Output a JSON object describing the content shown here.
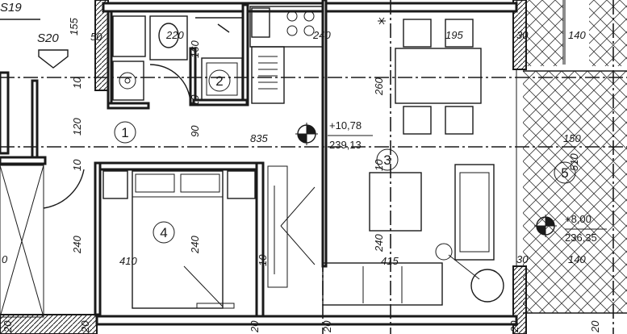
{
  "section_marks": {
    "s19": "S19",
    "s20": "S20"
  },
  "rooms": [
    {
      "id": "r1",
      "number": "1"
    },
    {
      "id": "r2",
      "number": "2"
    },
    {
      "id": "r3",
      "number": "3"
    },
    {
      "id": "r4",
      "number": "4"
    },
    {
      "id": "r5",
      "number": "5"
    }
  ],
  "elevations": [
    {
      "id": "e1",
      "level": "+10,78",
      "absolute": "239,13"
    },
    {
      "id": "e2",
      "level": "+8,00",
      "absolute": "236,35"
    }
  ],
  "dimensions": {
    "d155": "155",
    "d50": "50",
    "d220": "220",
    "d240_top": "240",
    "d195": "195",
    "d30_top": "30",
    "d140_top": "140",
    "d160": "160",
    "d10_a": "10",
    "d260": "260",
    "d120": "120",
    "d90": "90",
    "d10_b": "10",
    "d835": "835",
    "d150": "150",
    "d510": "510",
    "d10_c": "10",
    "d10_d": "10",
    "d240_left": "240",
    "d240_bed": "240",
    "d410": "410",
    "d10_e": "10",
    "d415": "415",
    "d240_mid": "240",
    "d30_bot": "30",
    "d140_bot": "140",
    "d0": "0",
    "d20_a": "20",
    "d20_b": "20",
    "d20_c": "20",
    "d20_d": "20",
    "d20_e": "20",
    "d20_f": "20"
  }
}
